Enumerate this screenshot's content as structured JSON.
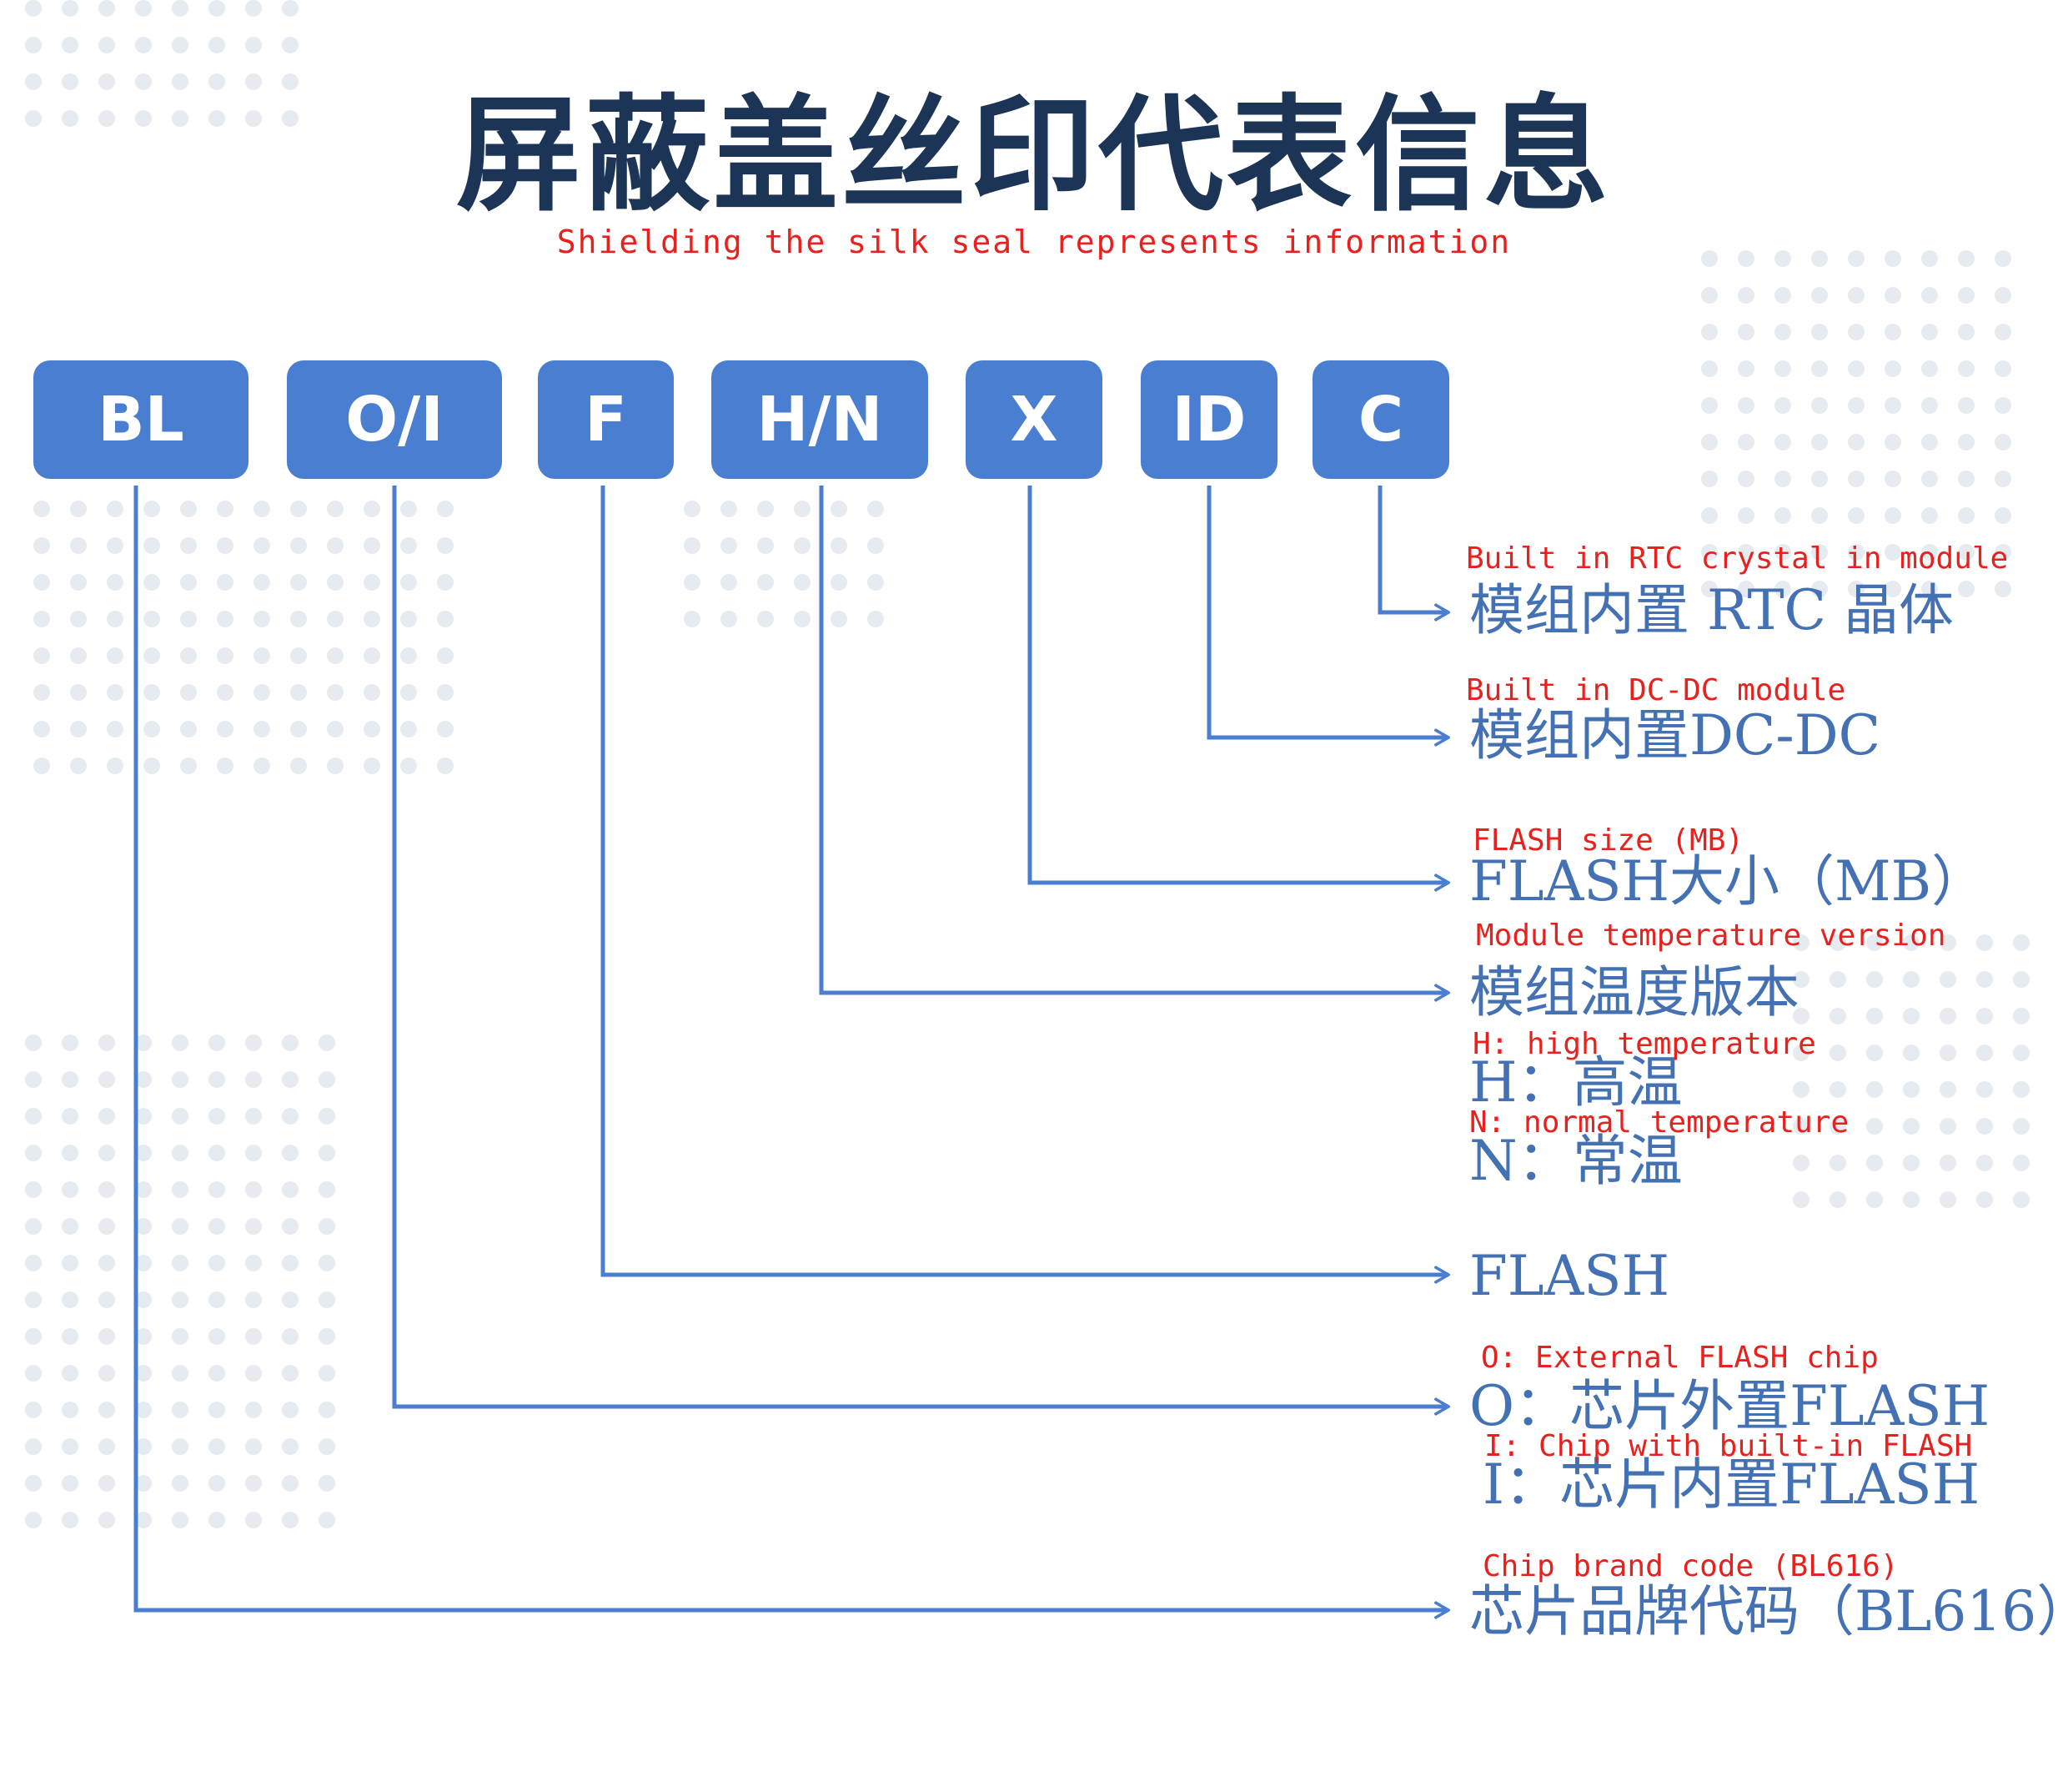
{
  "title": {
    "chinese": "屏蔽盖丝印代表信息",
    "english": "Shielding the silk seal represents information"
  },
  "codes": [
    "BL",
    "O/I",
    "F",
    "H/N",
    "X",
    "ID",
    "C"
  ],
  "labels": {
    "rtc": {
      "en": "Built in RTC crystal in module",
      "cn": "模组内置 RTC 晶体"
    },
    "dcdc": {
      "en": "Built in DC-DC module",
      "cn": "模组内置DC-DC"
    },
    "flash_size": {
      "en": "FLASH size (MB)",
      "cn": "FLASH大小（MB）"
    },
    "temp_version": {
      "en": "Module temperature version",
      "cn": "模组温度版本"
    },
    "temp_high": {
      "en": "H: high temperature",
      "cn": "H：高温"
    },
    "temp_normal": {
      "en": "N: normal temperature",
      "cn": "N：常温"
    },
    "flash": {
      "cn": "FLASH"
    },
    "flash_external": {
      "en": "O: External FLASH chip",
      "cn": "O：芯片外置FLASH"
    },
    "flash_internal": {
      "en": "I: Chip with built-in FLASH",
      "cn": "I：芯片内置FLASH"
    },
    "brand": {
      "en": "Chip brand code (BL616)",
      "cn": "芯片品牌代码（BL616）"
    }
  },
  "colors": {
    "box": "#4a7ed0",
    "line": "#4a7ed0",
    "title": "#1c3557",
    "cn_label": "#4471b3",
    "en_label": "#e8201e",
    "dots": "#e6ebf1"
  }
}
